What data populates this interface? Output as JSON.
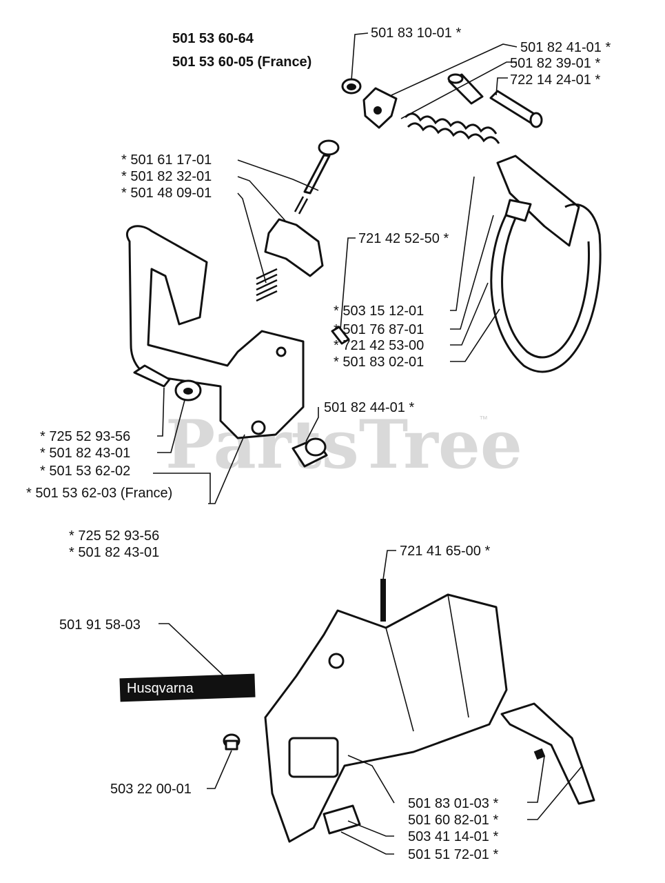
{
  "headings": [
    "501 53 60-64",
    "501 53 60-05 (France)"
  ],
  "watermark": "PartsTree",
  "trademark": "™",
  "brand_label": "Husqvarna",
  "labels": [
    "501 83 10-01  *",
    "501 82 41-01  *",
    "501 82 39-01  *",
    "722 14 24-01  *",
    "*  501 61 17-01",
    "*  501 82 32-01",
    "*  501 48 09-01",
    "721 42 52-50  *",
    "*  503 15 12-01",
    "*  501 76 87-01",
    "*  721 42 53-00",
    "*  501 83 02-01",
    "501 82 44-01  *",
    "*  725 52 93-56",
    "*  501 82 43-01",
    "*  501 53 62-02",
    "*  501 53 62-03 (France)",
    "*  725 52 93-56",
    "*  501 82 43-01",
    "721 41 65-00  *",
    "501 91 58-03",
    "503 22 00-01",
    "501 83 01-03  *",
    "501 60 82-01  *",
    "503 41 14-01  *",
    "501 51 72-01  *"
  ]
}
